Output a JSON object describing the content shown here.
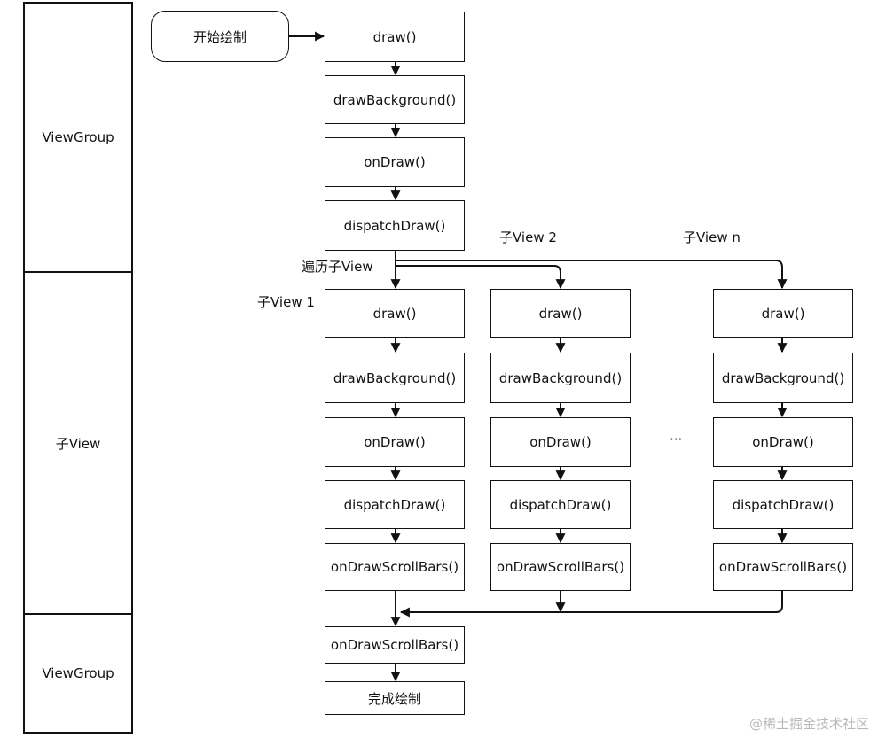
{
  "lanes": {
    "top": "ViewGroup",
    "middle": "子View",
    "bottom": "ViewGroup"
  },
  "start_label": "开始绘制",
  "parent_steps": [
    "draw()",
    "drawBackground()",
    "onDraw()",
    "dispatchDraw()"
  ],
  "traverse_label": "遍历子View",
  "children": [
    {
      "label": "子View 1",
      "steps": [
        "draw()",
        "drawBackground()",
        "onDraw()",
        "dispatchDraw()",
        "onDrawScrollBars()"
      ]
    },
    {
      "label": "子View 2",
      "steps": [
        "draw()",
        "drawBackground()",
        "onDraw()",
        "dispatchDraw()",
        "onDrawScrollBars()"
      ]
    },
    {
      "label": "子View n",
      "steps": [
        "draw()",
        "drawBackground()",
        "onDraw()",
        "dispatchDraw()",
        "onDrawScrollBars()"
      ]
    }
  ],
  "ellipsis": "···",
  "final_steps": [
    "onDrawScrollBars()",
    "完成绘制"
  ],
  "watermark": "@稀土掘金技术社区"
}
